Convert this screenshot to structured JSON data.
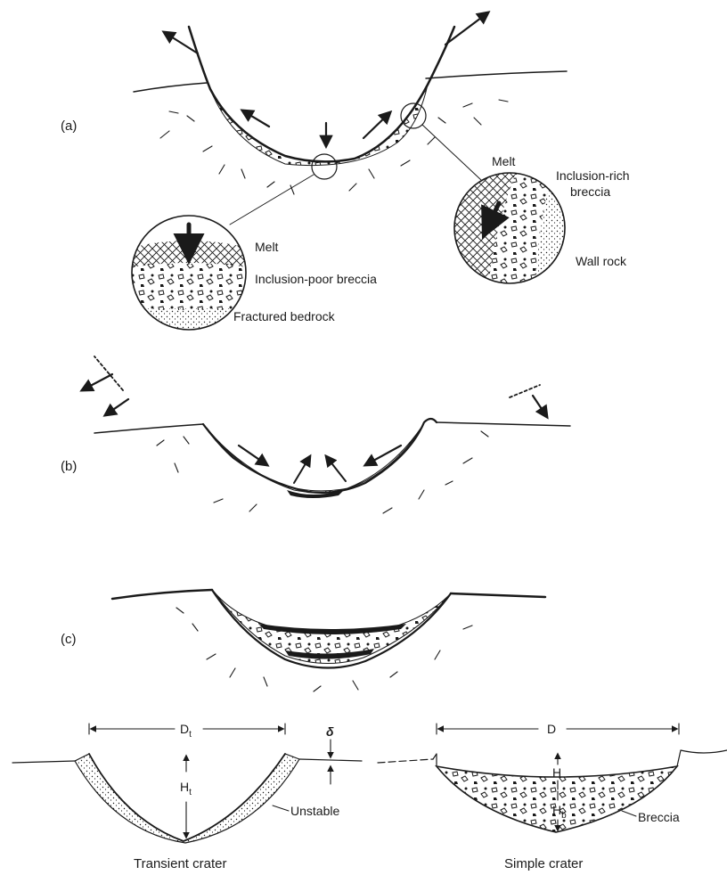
{
  "panels": {
    "a": {
      "tag": "(a)",
      "inset_left": {
        "melt": "Melt",
        "inclusion_poor": "Inclusion-poor breccia",
        "fractured": "Fractured bedrock"
      },
      "inset_right": {
        "melt": "Melt",
        "inclusion_rich_1": "Inclusion-rich",
        "inclusion_rich_2": "breccia",
        "wall_rock": "Wall rock"
      }
    },
    "b": {
      "tag": "(b)"
    },
    "c": {
      "tag": "(c)"
    }
  },
  "transient": {
    "diameter": "D",
    "diameter_sub": "t",
    "depth": "H",
    "depth_sub": "t",
    "delta": "δ",
    "unstable": "Unstable",
    "caption": "Transient crater"
  },
  "simple": {
    "diameter": "D",
    "depth": "H",
    "breccia_depth": "H",
    "breccia_sub": "b",
    "breccia": "Breccia",
    "caption": "Simple crater"
  },
  "colors": {
    "ink": "#1a1a1a",
    "background": "#ffffff"
  }
}
